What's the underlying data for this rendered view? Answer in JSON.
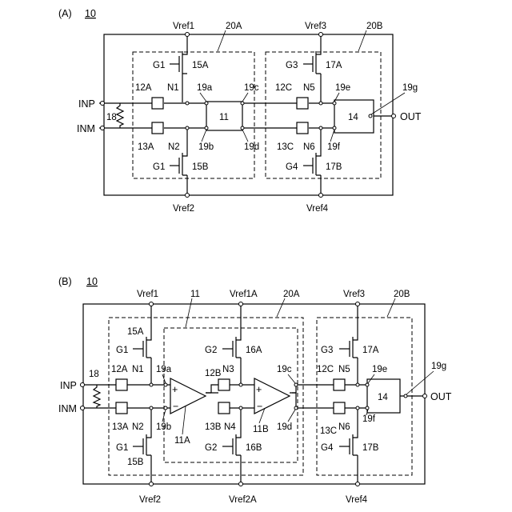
{
  "figA": {
    "panel": "(A)",
    "ref": "10",
    "vref_top": [
      "Vref1",
      "Vref3"
    ],
    "vref_bottom": [
      "Vref2",
      "Vref4"
    ],
    "blocks": [
      "20A",
      "20B"
    ],
    "gates": [
      "G1",
      "G1",
      "G3",
      "G4"
    ],
    "transistors": [
      "15A",
      "15B",
      "17A",
      "17B"
    ],
    "switches": [
      "12A",
      "13A",
      "12C",
      "13C"
    ],
    "nodes": [
      "N1",
      "N2",
      "N5",
      "N6"
    ],
    "taps": [
      "19a",
      "19b",
      "19c",
      "19d",
      "19e",
      "19f",
      "19g"
    ],
    "circuit": "11",
    "output_block": "14",
    "resistor": "18",
    "inputs": [
      "INP",
      "INM"
    ],
    "output": "OUT"
  },
  "figB": {
    "panel": "(B)",
    "ref": "10",
    "vref_top": [
      "Vref1",
      "Vref1A",
      "Vref3"
    ],
    "vref_bottom": [
      "Vref2",
      "Vref2A",
      "Vref4"
    ],
    "blocks": [
      "11",
      "20A",
      "20B"
    ],
    "gates": [
      "G1",
      "G1",
      "G2",
      "G2",
      "G3",
      "G4"
    ],
    "transistors": [
      "15A",
      "15B",
      "16A",
      "16B",
      "17A",
      "17B"
    ],
    "switches": [
      "12A",
      "13A",
      "12B",
      "13B",
      "12C",
      "13C"
    ],
    "nodes": [
      "N1",
      "N2",
      "N3",
      "N4",
      "N5",
      "N6"
    ],
    "taps": [
      "19a",
      "19b",
      "19c",
      "19d",
      "19e",
      "19f",
      "19g"
    ],
    "amplifiers": [
      "11A",
      "11B"
    ],
    "output_block": "14",
    "resistor": "18",
    "inputs": [
      "INP",
      "INM"
    ],
    "output": "OUT",
    "amp_signs": [
      "+",
      "−"
    ]
  }
}
